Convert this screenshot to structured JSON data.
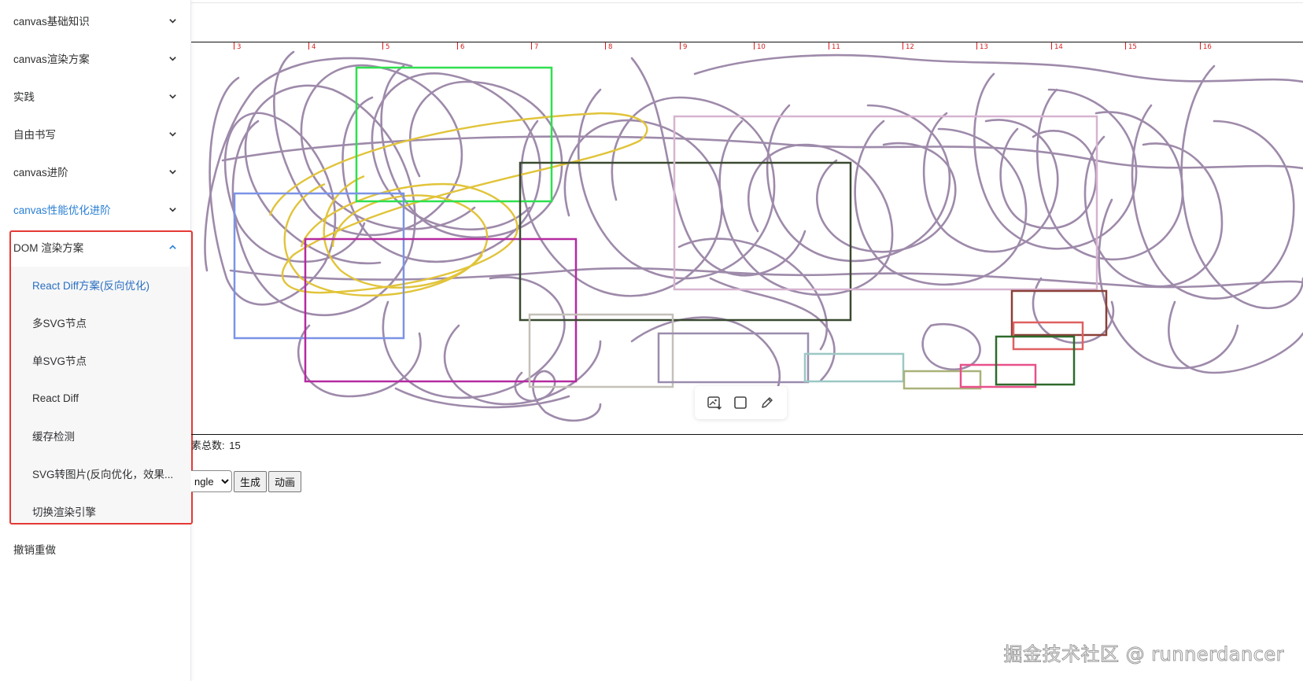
{
  "sidebar": {
    "items": [
      {
        "label": "canvas基础知识"
      },
      {
        "label": "canvas渲染方案"
      },
      {
        "label": "实践"
      },
      {
        "label": "自由书写"
      },
      {
        "label": "canvas进阶"
      },
      {
        "label": "canvas性能优化进阶"
      },
      {
        "label": "DOM 渲染方案"
      },
      {
        "label": "撤销重做"
      }
    ],
    "submenu": [
      {
        "label": "React Diff方案(反向优化)"
      },
      {
        "label": "多SVG节点"
      },
      {
        "label": "单SVG节点"
      },
      {
        "label": "React Diff"
      },
      {
        "label": "缓存检测"
      },
      {
        "label": "SVG转图片(反向优化，效果..."
      },
      {
        "label": "切换渲染引擎"
      }
    ]
  },
  "ruler": {
    "ticks": [
      "3",
      "4",
      "5",
      "6",
      "7",
      "8",
      "9",
      "10",
      "11",
      "12",
      "13",
      "14",
      "15",
      "16"
    ]
  },
  "canvas": {
    "count_label": "素总数:",
    "count_value": "15"
  },
  "controls": {
    "select_value": "ngle",
    "generate_label": "生成",
    "animate_label": "动画"
  },
  "toolbar": {
    "icons": [
      "image-export-icon",
      "rectangle-icon",
      "pencil-icon"
    ]
  },
  "colors": {
    "accent": "#2a7fd4",
    "highlight_border": "#e53935",
    "stroke_default": "#9e8aaa"
  },
  "watermark": "掘金技术社区 @ runnerdancer"
}
